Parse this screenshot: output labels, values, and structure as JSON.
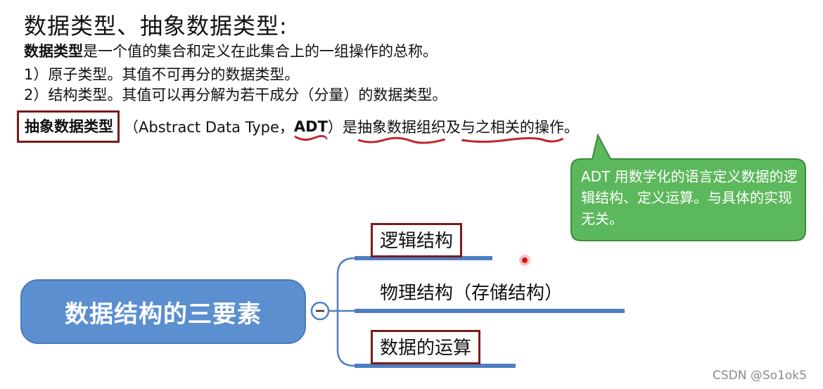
{
  "title": "数据类型、抽象数据类型:",
  "definition": {
    "term": "数据类型",
    "text": "是一个值的集合和定义在此集合上的一组操作的总称。"
  },
  "items": [
    "1）原子类型。其值不可再分的数据类型。",
    "2）结构类型。其值可以再分解为若干成分（分量）的数据类型。"
  ],
  "adt": {
    "term": "抽象数据类型",
    "paren_open": "（Abstract Data Type，",
    "abbr": "ADT",
    "paren_close": "）是",
    "part1": "抽象数据组织",
    "connector": "及",
    "part2": "与之相关的操作",
    "end": "。"
  },
  "callout": {
    "text": "ADT 用数学化的语言定义数据的逻辑结构、定义运算。与具体的实现无关。",
    "color": "#5cb85c"
  },
  "mindmap": {
    "center": "数据结构的三要素",
    "collapse_symbol": "−",
    "branches": [
      "逻辑结构",
      "物理结构（存储结构）",
      "数据的运算"
    ],
    "center_color": "#5b8fd0",
    "line_color": "#4f7fc4"
  },
  "watermark": "CSDN @So1ok5"
}
